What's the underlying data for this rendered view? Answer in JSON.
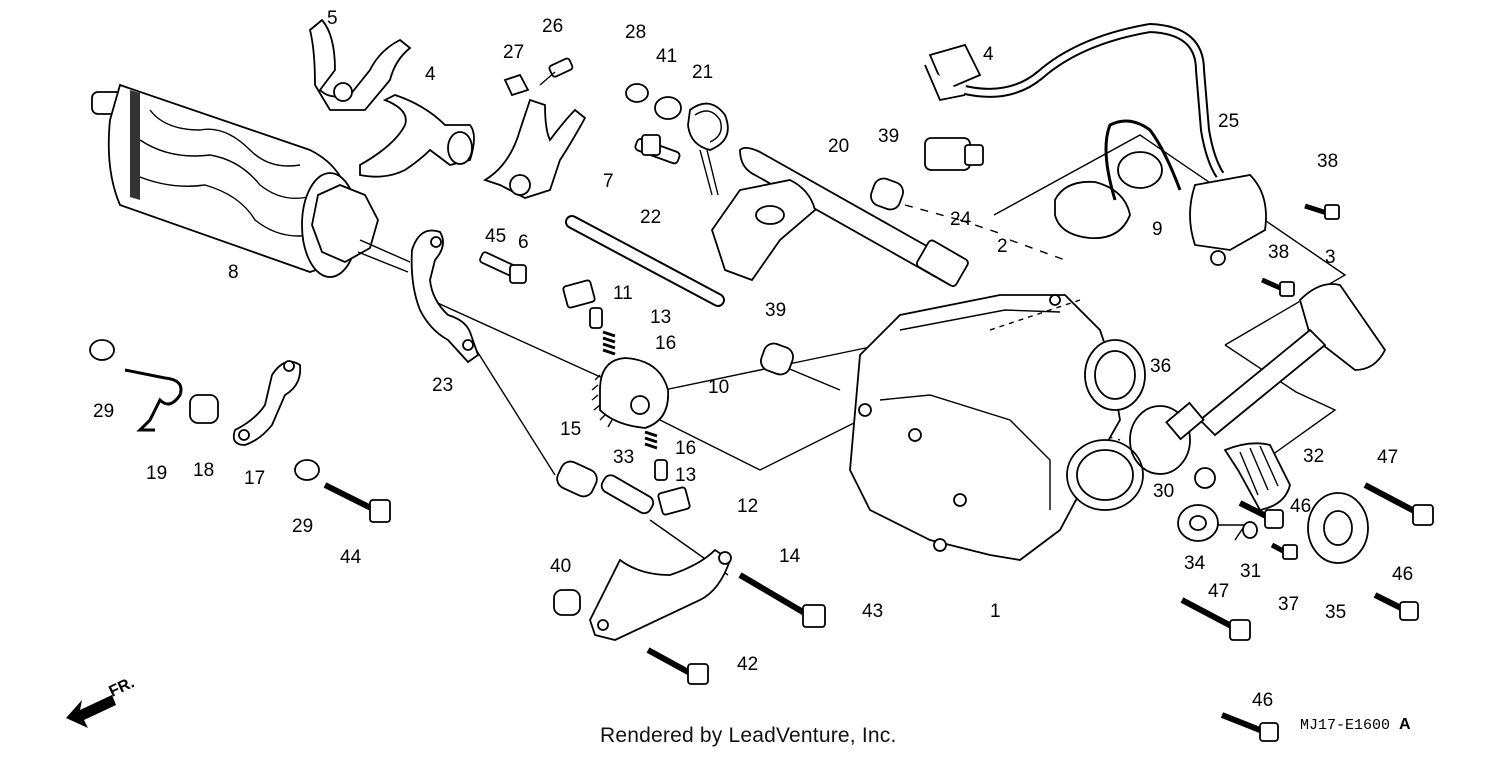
{
  "footer": {
    "credit": "Rendered by LeadVenture, Inc.",
    "diagram_code": "MJ17-E1600",
    "diagram_code_suffix": "A"
  },
  "direction_indicator": {
    "label": "FR."
  },
  "part_labels": [
    {
      "id": "p5",
      "text": "5"
    },
    {
      "id": "p4a",
      "text": "4"
    },
    {
      "id": "p27",
      "text": "27"
    },
    {
      "id": "p26",
      "text": "26"
    },
    {
      "id": "p28",
      "text": "28"
    },
    {
      "id": "p41",
      "text": "41"
    },
    {
      "id": "p21",
      "text": "21"
    },
    {
      "id": "p4b",
      "text": "4"
    },
    {
      "id": "p25",
      "text": "25"
    },
    {
      "id": "p8",
      "text": "8"
    },
    {
      "id": "p45",
      "text": "45"
    },
    {
      "id": "p6",
      "text": "6"
    },
    {
      "id": "p7",
      "text": "7"
    },
    {
      "id": "p22",
      "text": "22"
    },
    {
      "id": "p20",
      "text": "20"
    },
    {
      "id": "p39a",
      "text": "39"
    },
    {
      "id": "p24",
      "text": "24"
    },
    {
      "id": "p9",
      "text": "9"
    },
    {
      "id": "p38a",
      "text": "38"
    },
    {
      "id": "p38b",
      "text": "38"
    },
    {
      "id": "p3",
      "text": "3"
    },
    {
      "id": "p2",
      "text": "2"
    },
    {
      "id": "p11",
      "text": "11"
    },
    {
      "id": "p13a",
      "text": "13"
    },
    {
      "id": "p16a",
      "text": "16"
    },
    {
      "id": "p39b",
      "text": "39"
    },
    {
      "id": "p36",
      "text": "36"
    },
    {
      "id": "p10",
      "text": "10"
    },
    {
      "id": "p23",
      "text": "23"
    },
    {
      "id": "p29a",
      "text": "29"
    },
    {
      "id": "p19",
      "text": "19"
    },
    {
      "id": "p18",
      "text": "18"
    },
    {
      "id": "p17",
      "text": "17"
    },
    {
      "id": "p15",
      "text": "15"
    },
    {
      "id": "p33",
      "text": "33"
    },
    {
      "id": "p16b",
      "text": "16"
    },
    {
      "id": "p13b",
      "text": "13"
    },
    {
      "id": "p12",
      "text": "12"
    },
    {
      "id": "p32",
      "text": "32"
    },
    {
      "id": "p47a",
      "text": "47"
    },
    {
      "id": "p30",
      "text": "30"
    },
    {
      "id": "p46a",
      "text": "46"
    },
    {
      "id": "p29b",
      "text": "29"
    },
    {
      "id": "p44",
      "text": "44"
    },
    {
      "id": "p14",
      "text": "14"
    },
    {
      "id": "p34",
      "text": "34"
    },
    {
      "id": "p31",
      "text": "31"
    },
    {
      "id": "p37",
      "text": "37"
    },
    {
      "id": "p35",
      "text": "35"
    },
    {
      "id": "p46b",
      "text": "46"
    },
    {
      "id": "p40",
      "text": "40"
    },
    {
      "id": "p43",
      "text": "43"
    },
    {
      "id": "p1",
      "text": "1"
    },
    {
      "id": "p47b",
      "text": "47"
    },
    {
      "id": "p42",
      "text": "42"
    },
    {
      "id": "p46c",
      "text": "46"
    }
  ]
}
